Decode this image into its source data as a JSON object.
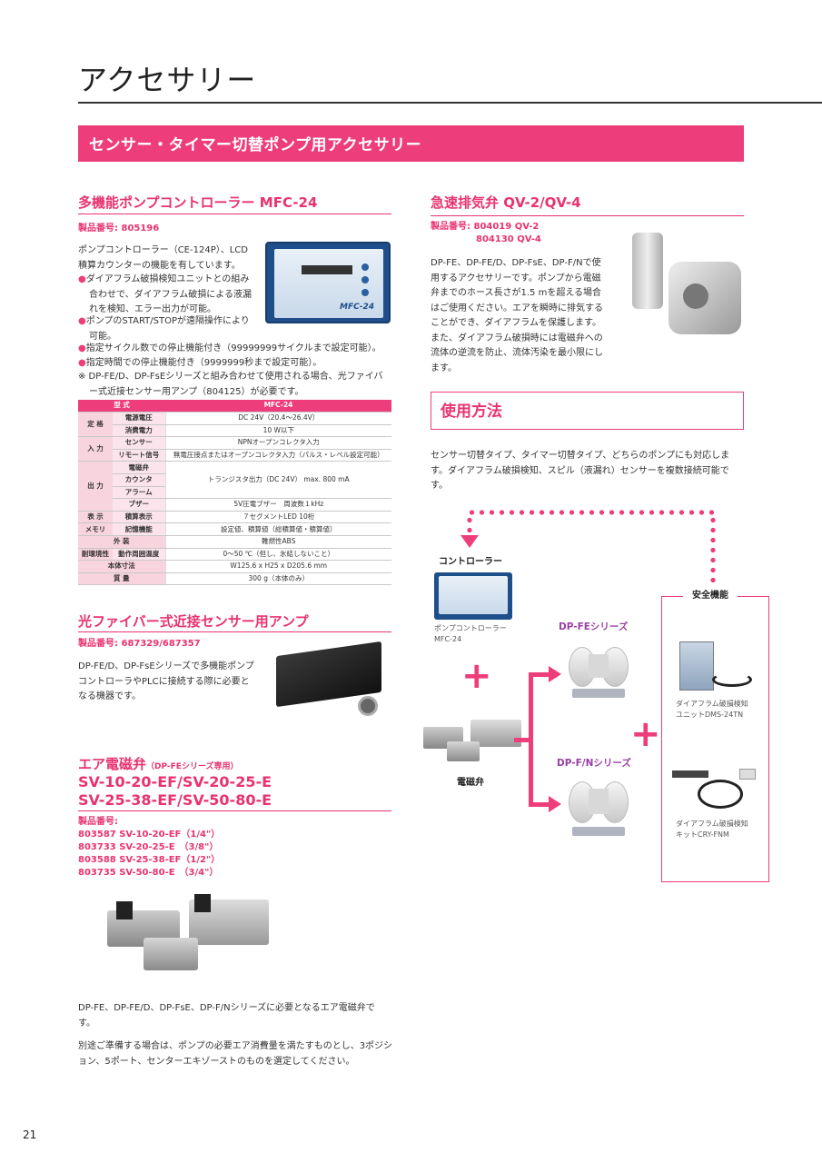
{
  "page": {
    "title": "アクセサリー",
    "banner": "センサー・タイマー切替ポンプ用アクセサリー",
    "page_number": "21"
  },
  "mfc": {
    "heading": "多機能ポンプコントローラー MFC-24",
    "prodno": "製品番号: 805196",
    "intro": "ポンプコントローラー（CE-124P）、LCD積算カウンターの機能を有しています。",
    "bullets": [
      "ダイアフラム破損検知ユニットとの組み合わせで、ダイアフラム破損による液漏れを検知、エラー出力が可能。",
      "ポンプのSTART/STOPが遠隔操作により可能。",
      "指定サイクル数での停止機能付き（99999999サイクルまで設定可能）。",
      "指定時間での停止機能付き（9999999秒まで設定可能）。"
    ],
    "note": "※ DP-FE/D、DP-FsEシリーズと組み合わせて使用される場合、光ファイバー式近接センサー用アンプ（804125）が必要です。",
    "image_label": "MFC-24",
    "table": {
      "header": [
        "型 式",
        "MFC-24"
      ],
      "rows": {
        "rating": "定 格",
        "power_v": "電源電圧",
        "power_v_val": "DC 24V（20.4～26.4V）",
        "power_c": "消費電力",
        "power_c_val": "10 W以下",
        "input": "入 力",
        "sensor": "センサー",
        "sensor_val": "NPNオープンコレクタ入力",
        "remote": "リモート信号",
        "remote_val": "無電圧接点またはオープンコレクタ入力（パルス・レベル設定可能）",
        "output": "出 力",
        "solenoid": "電磁弁",
        "counter": "カウンタ",
        "alarm": "アラーム",
        "output_val": "トランジスタ出力（DC 24V） max. 800 mA",
        "buzzer": "ブザー",
        "buzzer_val": "5V圧電ブザー　周波数１kHz",
        "display": "表 示",
        "display_sub": "積算表示",
        "display_val": "７セグメントLED 10桁",
        "memory": "メモリ",
        "memory_sub": "記憶機能",
        "memory_val": "設定値、積算値（総積算値・積算値）",
        "exterior": "外 装",
        "exterior_val": "難燃性ABS",
        "env": "耐環境性",
        "env_sub": "動作周囲温度",
        "env_val": "0～50 ℃（但し、氷結しないこと）",
        "size": "本体寸法",
        "size_val": "W125.6 x H25 x D205.6 mm",
        "weight": "質 量",
        "weight_val": "300 g（本体のみ）"
      }
    }
  },
  "fiber": {
    "heading": "光ファイバー式近接センサー用アンプ",
    "prodno": "製品番号: 687329/687357",
    "body": "DP-FE/D、DP-FsEシリーズで多機能ポンプコントローラやPLCに接続する際に必要となる機器です。"
  },
  "valve": {
    "heading": "エア電磁弁",
    "heading_note": "（DP-FEシリーズ専用）",
    "models_1": "SV-10-20-EF/SV-20-25-E",
    "models_2": "SV-25-38-EF/SV-50-80-E",
    "prodno_label": "製品番号:",
    "prodnos": [
      "803587 SV-10-20-EF（1/4\"）",
      "803733 SV-20-25-E　（3/8\"）",
      "803588 SV-25-38-EF（1/2\"）",
      "803735 SV-50-80-E　（3/4\"）"
    ],
    "body_1": "DP-FE、DP-FE/D、DP-FsE、DP-F/Nシリーズに必要となるエア電磁弁です。",
    "body_2": "別途ご準備する場合は、ポンプの必要エア消費量を満たすものとし、3ポジション、5ポート、センターエキゾーストのものを選定してください。"
  },
  "qv": {
    "heading": "急速排気弁 QV-2/QV-4",
    "prodno_1": "製品番号: 804019 QV-2",
    "prodno_2": "804130 QV-4",
    "body": "DP-FE、DP-FE/D、DP-FsE、DP-F/Nで使用するアクセサリーです。ポンプから電磁弁までのホース長さが1.5 mを超える場合はご使用ください。エアを瞬時に排気することができ、ダイアフラムを保護します。また、ダイアフラム破損時には電磁弁への流体の逆流を防止、流体汚染を最小限にします。"
  },
  "usage": {
    "heading": "使用方法",
    "body": "センサー切替タイプ、タイマー切替タイプ、どちらのポンプにも対応します。ダイアフラム破損検知、スピル（液漏れ）センサーを複数接続可能です。"
  },
  "diagram": {
    "controller_label": "コントローラー",
    "controller_caption_1": "ポンプコントローラー",
    "controller_caption_2": "MFC-24",
    "valve_label": "電磁弁",
    "fe_series": "DP-FEシリーズ",
    "fn_series": "DP-F/Nシリーズ",
    "safety": "安全機能",
    "dms_caption_1": "ダイアフラム破損検知",
    "dms_caption_2": "ユニットDMS-24TN",
    "cry_caption_1": "ダイアフラム破損検知",
    "cry_caption_2": "キットCRY-FNM",
    "plus": "+"
  }
}
